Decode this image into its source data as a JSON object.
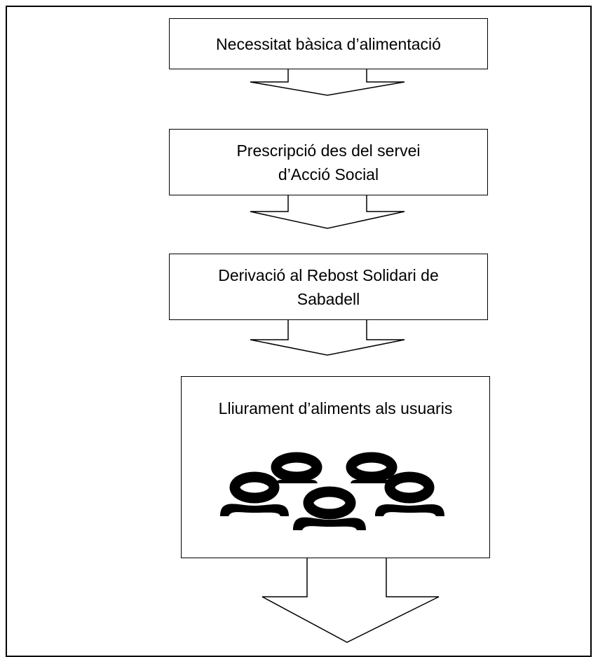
{
  "steps": [
    {
      "lines": [
        "Necessitat bàsica d’alimentació"
      ]
    },
    {
      "lines": [
        "Prescripció des del servei",
        "d’Acció Social"
      ]
    },
    {
      "lines": [
        "Derivació al Rebost Solidari de",
        "Sabadell"
      ]
    },
    {
      "lines": [
        "Lliurament d’aliments als usuaris"
      ]
    }
  ],
  "icon": "group-of-people-icon",
  "colors": {
    "stroke": "#000000",
    "background": "#ffffff"
  }
}
